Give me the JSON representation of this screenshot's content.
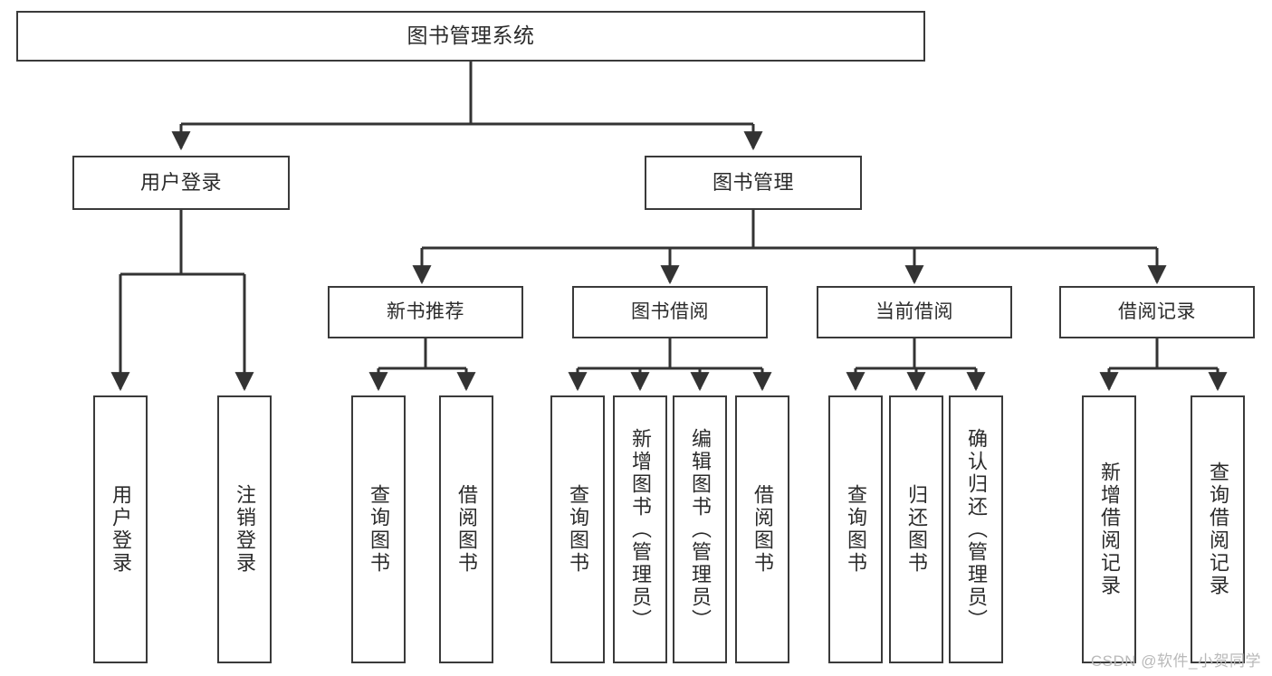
{
  "diagram": {
    "title": "图书管理系统",
    "type": "tree-hierarchy-chart",
    "colors": {
      "box_border": "#3a3a3a",
      "box_fill": "#ffffff",
      "edge": "#333333",
      "text": "#2b2b2b",
      "watermark": "#b9b9b9",
      "background": "#ffffff"
    },
    "nodes": {
      "root": {
        "label": "图书管理系统"
      },
      "level2": [
        {
          "id": "user-login",
          "label": "用户登录"
        },
        {
          "id": "book-manage",
          "label": "图书管理"
        }
      ],
      "level3": [
        {
          "id": "new-book-recommend",
          "label": "新书推荐"
        },
        {
          "id": "book-borrow",
          "label": "图书借阅"
        },
        {
          "id": "current-borrow",
          "label": "当前借阅"
        },
        {
          "id": "borrow-record",
          "label": "借阅记录"
        }
      ],
      "leaves": {
        "user-login": [
          {
            "id": "leaf-user-login",
            "label": "用户登录"
          },
          {
            "id": "leaf-logout-login",
            "label": "注销登录"
          }
        ],
        "new-book-recommend": [
          {
            "id": "leaf-query-book-1",
            "label": "查询图书"
          },
          {
            "id": "leaf-borrow-book-1",
            "label": "借阅图书"
          }
        ],
        "book-borrow": [
          {
            "id": "leaf-query-book-2",
            "label": "查询图书"
          },
          {
            "id": "leaf-add-book",
            "label": "新增图书（管理员）"
          },
          {
            "id": "leaf-edit-book",
            "label": "编辑图书（管理员）"
          },
          {
            "id": "leaf-borrow-book-2",
            "label": "借阅图书"
          }
        ],
        "current-borrow": [
          {
            "id": "leaf-query-book-3",
            "label": "查询图书"
          },
          {
            "id": "leaf-return-book",
            "label": "归还图书"
          },
          {
            "id": "leaf-confirm-return",
            "label": "确认归还（管理员）"
          }
        ],
        "borrow-record": [
          {
            "id": "leaf-add-record",
            "label": "新增借阅记录"
          },
          {
            "id": "leaf-query-record",
            "label": "查询借阅记录"
          }
        ]
      }
    },
    "watermark": "CSDN @软件_小贺同学"
  }
}
